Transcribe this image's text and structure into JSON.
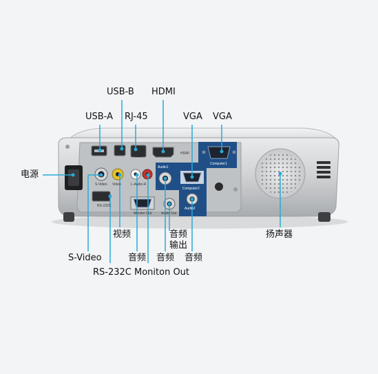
{
  "callouts": {
    "usb_b": "USB-B",
    "hdmi": "HDMI",
    "usb_a": "USB-A",
    "rj45": "RJ-45",
    "vga_1": "VGA",
    "vga_2": "VGA",
    "power": "电源",
    "video": "视频",
    "svideo": "S-Video",
    "audio_in_a": "音频",
    "audio_in_b": "音频",
    "audio_out": "音频\n输出",
    "audio_in_c": "音频",
    "rs232c_monitor": "RS-232C Moniton Out",
    "speaker": "扬声器"
  },
  "panel_labels": {
    "hdmi": "HDMI",
    "computer1": "Computer1",
    "computer2": "Computer2",
    "audio1": "Audio1",
    "audio2": "Audio2",
    "svideo": "S-Video",
    "video": "Video",
    "l_audio_r": "L-Audio-R",
    "rs232c": "RS-232C",
    "monitor_out": "Monitor Out",
    "audio_out": "Audio Out"
  },
  "colors": {
    "accent": "#29a9d8",
    "blue_panel": "#1f4f86",
    "projector_body": "#c9cbcd"
  }
}
